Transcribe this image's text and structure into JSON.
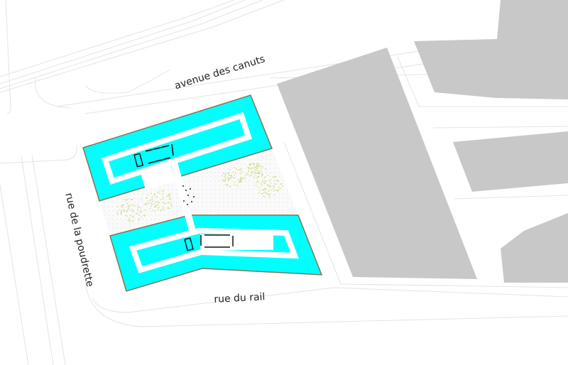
{
  "streets": {
    "north": "avenue des canuts",
    "west": "rue de la poudrette",
    "south": "rue du rail"
  },
  "colors": {
    "water": "#00ffff",
    "building": "#c8c8c8",
    "outline": "#8b7350",
    "vegetation": "#b8cc55",
    "road_lines": "#e4e4e4"
  }
}
